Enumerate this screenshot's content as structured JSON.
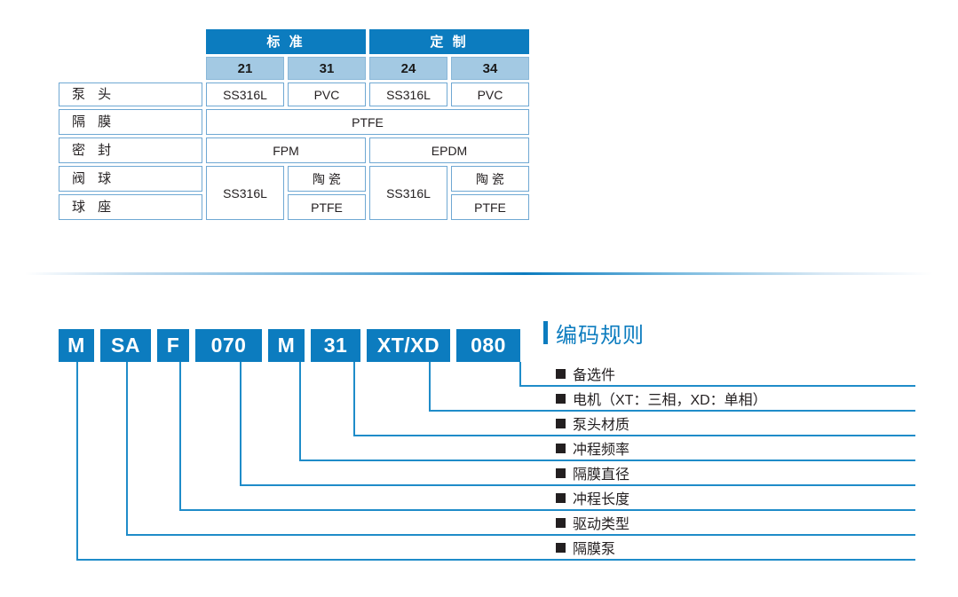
{
  "spec_table": {
    "header_groups": [
      {
        "label": "标 准",
        "columns": [
          "21",
          "31"
        ]
      },
      {
        "label": "定 制",
        "columns": [
          "24",
          "34"
        ]
      }
    ],
    "rows": [
      {
        "label": "泵 头",
        "values": [
          "SS316L",
          "PVC",
          "SS316L",
          "PVC"
        ]
      },
      {
        "label": "隔 膜",
        "values": [
          "PTFE"
        ]
      },
      {
        "label": "密 封",
        "values": [
          "FPM",
          "EPDM"
        ]
      },
      {
        "label": "阀 球",
        "values": [
          "SS316L",
          "陶 瓷",
          "SS316L",
          "陶 瓷"
        ]
      },
      {
        "label": "球 座",
        "values": [
          "PTFE",
          "PTFE"
        ]
      }
    ]
  },
  "coding": {
    "title": "编码规则",
    "code_blocks": [
      {
        "text": "M"
      },
      {
        "text": "SA"
      },
      {
        "text": "F"
      },
      {
        "text": "070"
      },
      {
        "text": "M"
      },
      {
        "text": "31"
      },
      {
        "text": "XT/XD"
      },
      {
        "text": "080"
      }
    ],
    "legend": [
      {
        "label": "备选件"
      },
      {
        "label": "电机（XT：三相，XD：单相）"
      },
      {
        "label": "泵头材质"
      },
      {
        "label": "冲程频率"
      },
      {
        "label": "隔膜直径"
      },
      {
        "label": "冲程长度"
      },
      {
        "label": "驱动类型"
      },
      {
        "label": "隔膜泵"
      }
    ]
  },
  "colors": {
    "primary_blue": "#0c7cbf",
    "light_blue": "#a3c9e3",
    "border_blue": "#6fa8d3",
    "connector_blue": "#1f8cc9",
    "text_dark": "#231f20"
  }
}
